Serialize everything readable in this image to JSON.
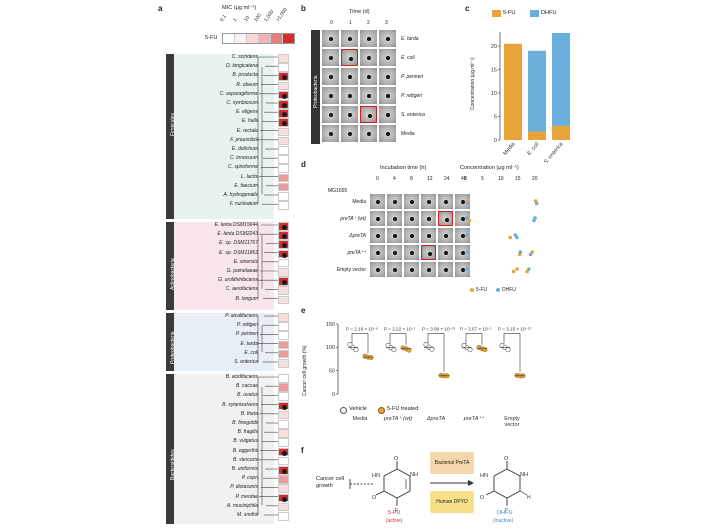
{
  "panel_a": {
    "letter": "a",
    "mic_title": "MIC (μg ml⁻¹)",
    "mic_scale_labels": [
      "0.1",
      "1",
      "10",
      "100",
      "1,000",
      ">1,000"
    ],
    "fu_label": "5-FU",
    "groups": [
      {
        "name": "Firmicutes",
        "species": [
          "C. scindens",
          "D. longicatena",
          "B. producta",
          "R. obeum",
          "C. asparagiforme",
          "C. symbiosum",
          "E. eligens",
          "E. hallii",
          "E. rectale",
          "F. prausnitzii",
          "E. dolichum",
          "C. innocuum",
          "C. spiroforme",
          "L. lactis",
          "E. faecium",
          "A. hydrogenalis",
          "F. nucleatum"
        ]
      },
      {
        "name": "Actinobacteria",
        "species": [
          "E. lenta DSM15644",
          "E. lenta DSM2243",
          "E. sp. DSM11767",
          "E. sp. DSM11863",
          "E. sinensis",
          "G. pamelaeae",
          "G. urolithinfaciens",
          "C. aerofaciens",
          "B. longum"
        ]
      },
      {
        "name": "Proteobacteria",
        "species": [
          "P. alcalifaciens",
          "P. rettgeri",
          "P. penneri",
          "E. tarda",
          "E. coli",
          "S. enterica"
        ]
      },
      {
        "name": "Bacteroidetes",
        "species": [
          "B. acidifaciens",
          "B. caccae",
          "B. ovatus",
          "B. xylanisolvens",
          "B. theta",
          "B. finegoldii",
          "B. fragilis",
          "B. vulgatus",
          "B. eggerthii",
          "B. stercoris",
          "B. uniformis",
          "P. copri",
          "P. distasonis",
          "P. merdae",
          "A. muciniphila",
          "M. smithii"
        ]
      }
    ]
  },
  "panel_b": {
    "letter": "b",
    "xlabel": "Time (d)",
    "timepoints": [
      "0",
      "1",
      "2",
      "3"
    ],
    "group_label": "Proteobacteria",
    "rows": [
      "E. tarda",
      "E. coli",
      "P. penneri",
      "P. rettgeri",
      "S. enterica",
      "Media"
    ]
  },
  "panel_c": {
    "letter": "c",
    "legend": [
      "5-FU",
      "DHFU"
    ],
    "ylabel": "Concentration (μg ml⁻¹)",
    "yticks": [
      "0",
      "5",
      "10",
      "15",
      "20"
    ],
    "categories": [
      "Media",
      "E. coli",
      "S. enterica"
    ],
    "colors": {
      "fu": "#e8a33a",
      "dhfu": "#6aaedc"
    }
  },
  "chart_data": [
    {
      "type": "bar",
      "categories": [
        "Media",
        "E. coli",
        "S. enterica"
      ],
      "series": [
        {
          "name": "5-FU",
          "values": [
            20.5,
            1.8,
            3
          ]
        },
        {
          "name": "DHFU",
          "values": [
            0,
            17.2,
            19.8
          ]
        }
      ],
      "xlabel": "",
      "ylabel": "Concentration (μg ml⁻¹)",
      "ylim": [
        0,
        23
      ],
      "stacked": true
    },
    {
      "type": "scatter",
      "categories": [
        "Media",
        "preTA⁺ (wt)",
        "ΔpreTA",
        "preTA⁺⁺",
        "Empty vector"
      ],
      "series": [
        {
          "name": "Vehicle",
          "values": [
            [
              106,
              100,
              95
            ],
            [
              104,
              99,
              95
            ],
            [
              106,
              100,
              96
            ],
            [
              104,
              99,
              95
            ],
            [
              104,
              100,
              95
            ]
          ]
        },
        {
          "name": "5-FU treated",
          "values": [
            [
              81,
              79,
              78
            ],
            [
              99,
              97,
              94
            ],
            [
              40,
              39,
              39
            ],
            [
              100,
              97,
              95
            ],
            [
              40,
              39,
              39
            ]
          ]
        }
      ],
      "ylabel": "Cancer cell growth (%)",
      "ylim": [
        0,
        150
      ],
      "p_values": [
        "P = 2.16 × 10⁻⁸",
        "P = 2.22 × 10⁻¹",
        "P = 3.06 × 10⁻¹³",
        "P = 3.57 × 10⁻¹",
        "P = 3.15 × 10⁻¹²"
      ]
    }
  ],
  "panel_d": {
    "letter": "d",
    "xlabel": "Incubation time (h)",
    "timepoints": [
      "0",
      "4",
      "8",
      "12",
      "24",
      "48"
    ],
    "strain": "MG1655",
    "rows": [
      "Media",
      "preTA⁺ (wt)",
      "ΔpreTA",
      "preTA⁺⁺",
      "Empty vector"
    ],
    "conc_label": "Concentration (μg ml⁻¹)",
    "conc_ticks": [
      "0",
      "5",
      "10",
      "15",
      "20"
    ],
    "legend": [
      "5-FU",
      "DHFU"
    ]
  },
  "panel_e": {
    "letter": "e",
    "ylabel": "Cancer cell growth (%)",
    "yticks": [
      "0",
      "50",
      "100",
      "150"
    ],
    "categories": [
      "Media",
      "preTA⁺ (wt)",
      "ΔpreTA",
      "preTA⁺⁺",
      "Empty vector"
    ],
    "legend": [
      "Vehicle",
      "5-FU treated"
    ]
  },
  "panel_f": {
    "letter": "f",
    "left_label": "Cancer cell growth",
    "enzyme_top": "Bacterial PreTA",
    "enzyme_bottom": "Human DPYD",
    "substrate": "5-FU",
    "substrate_note": "(active)",
    "product": "DHFU",
    "product_note": "(inactive)",
    "atoms": {
      "o": "O",
      "f": "F",
      "nh": "NH",
      "hn": "HN",
      "n": "N",
      "h": "H"
    }
  }
}
